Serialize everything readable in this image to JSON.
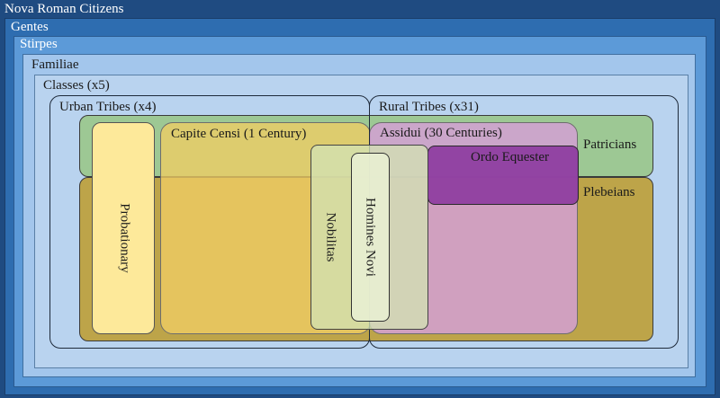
{
  "diagram": {
    "citizens": "Nova Roman Citizens",
    "gentes": "Gentes",
    "stirpes": "Stirpes",
    "familiae": "Familiae",
    "classes": "Classes (x5)",
    "urban_tribes": "Urban Tribes (x4)",
    "rural_tribes": "Rural Tribes (x31)",
    "patricians": "Patricians",
    "plebeians": "Plebeians",
    "capite_censi": "Capite Censi (1 Century)",
    "assidui": "Assidui (30 Centuries)",
    "ordo_equester": "Ordo Equester",
    "probationary": "Probationary",
    "nobilitas": "Nobilitas",
    "homines_novi": "Homines Novi"
  },
  "colors": {
    "citizens": "#1f4b81",
    "gentes": "#2e6db0",
    "stirpes": "#5c9ad8",
    "familiae": "#a3c6ec",
    "classes": "#b9d3ef",
    "patricians": "#9ac78a",
    "plebeians": "#bda449",
    "capite_censi": "#f0cd64",
    "assidui": "#d4a0d4",
    "ordo_equester": "#8c3a9e",
    "probationary": "#fde99a",
    "nobilitas": "#d2e1b4",
    "homines_novi": "#e8eed2"
  }
}
